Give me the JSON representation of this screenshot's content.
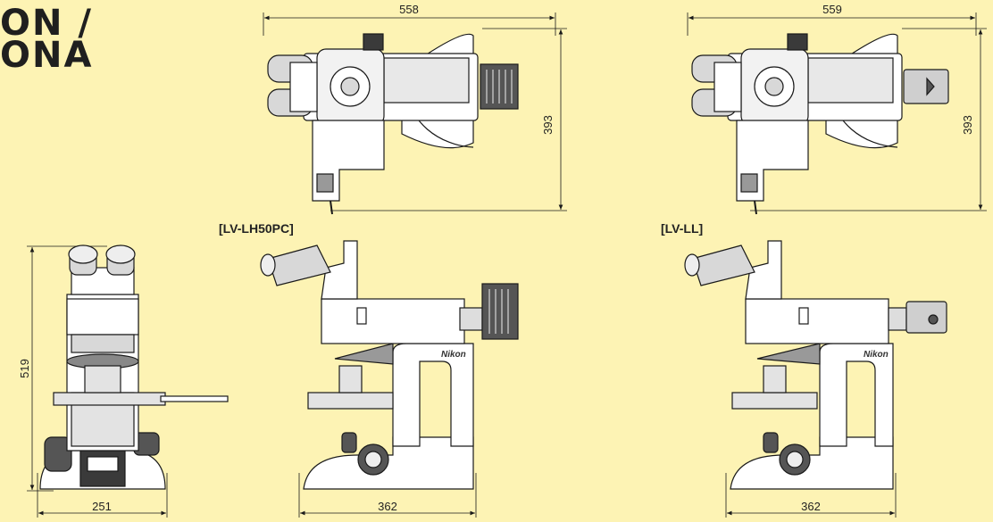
{
  "title_partial": {
    "line1": "ON /",
    "line2": "ONA"
  },
  "views": {
    "top_left": {
      "width_dim": "558",
      "depth_dim": "393"
    },
    "top_right": {
      "width_dim": "559",
      "depth_dim": "393"
    },
    "front": {
      "height_dim": "519",
      "width_dim": "251"
    },
    "side_left": {
      "label": "[LV-LH50PC]",
      "width_dim": "362"
    },
    "side_right": {
      "label": "[LV-LL]",
      "width_dim": "362"
    }
  },
  "brand_mark": "Nikon",
  "colors": {
    "background": "#fdf3b4",
    "line": "#1a1a1a",
    "body": "#ffffff",
    "shade": "#d8d8d8",
    "dark": "#3a3a3a"
  }
}
